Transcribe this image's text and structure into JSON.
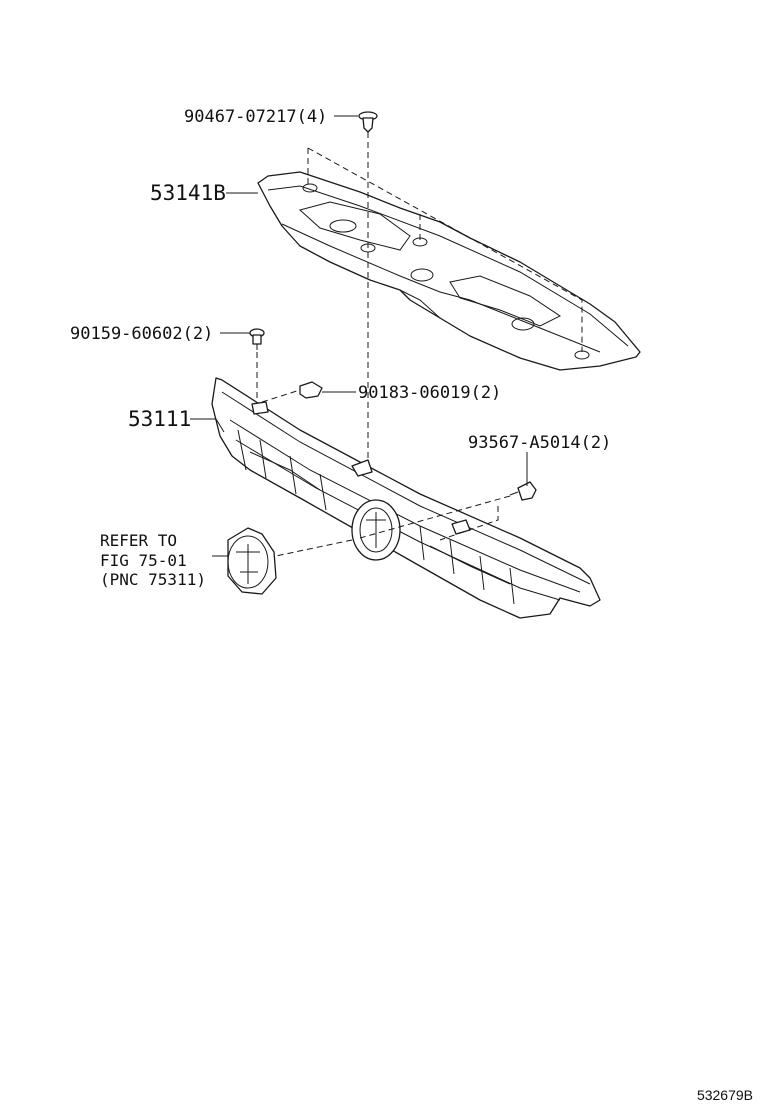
{
  "callouts": {
    "p90467": "90467-07217(4)",
    "p53141b": "53141B",
    "p90159": "90159-60602(2)",
    "p90183": "90183-06019(2)",
    "p53111": "53111",
    "p93567": "93567-A5014(2)"
  },
  "reference": {
    "line1": "REFER TO",
    "line2": "FIG 75-01",
    "line3": "(PNC 75311)"
  },
  "diagram_code": "532679B"
}
